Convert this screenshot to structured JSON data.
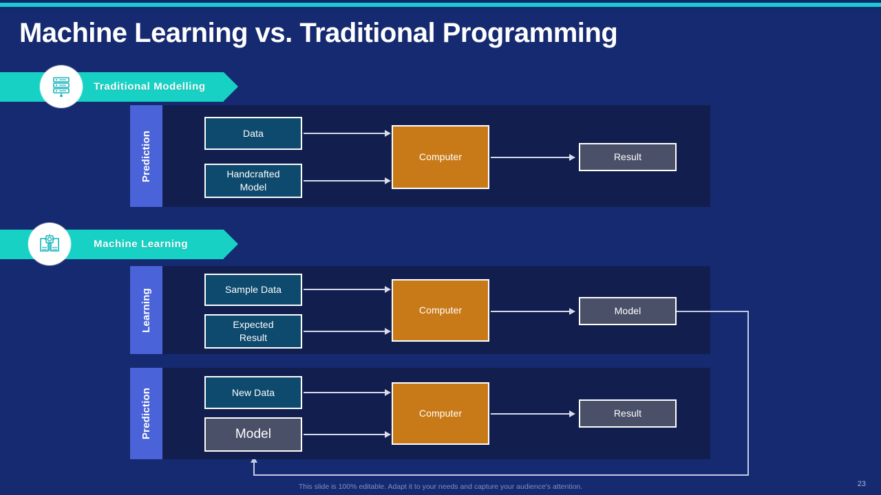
{
  "slide": {
    "title": "Machine Learning vs. Traditional Programming",
    "page_number": "23",
    "footer_note": "This slide is 100% editable. Adapt it to your needs and capture your audience's attention.",
    "colors": {
      "background": "#152a70",
      "panel": "#121f4e",
      "accent_teal": "#1ec8d8",
      "banner_teal": "#17d1c4",
      "sidebar_blue": "#4a63d8",
      "node_teal": "#0e4a6e",
      "node_orange": "#c97a18",
      "node_gray": "#4a5068"
    }
  },
  "sections": [
    {
      "banner_label": "Traditional  Modelling",
      "banner_icon": "server-stack-icon",
      "rows": [
        {
          "sidebar_label": "Prediction",
          "inputs": [
            "Data",
            "Handcrafted\nModel"
          ],
          "processor": "Computer",
          "output": "Result"
        }
      ]
    },
    {
      "banner_label": "Machine  Learning",
      "banner_icon": "book-chip-icon",
      "rows": [
        {
          "sidebar_label": "Learning",
          "inputs": [
            "Sample Data",
            "Expected\nResult"
          ],
          "processor": "Computer",
          "output": "Model"
        },
        {
          "sidebar_label": "Prediction",
          "inputs": [
            "New Data",
            "Model"
          ],
          "processor": "Computer",
          "output": "Result"
        }
      ]
    }
  ],
  "nodes": {
    "t_input_1": "Data",
    "t_input_2_line1": "Handcrafted",
    "t_input_2_line2": "Model",
    "t_computer": "Computer",
    "t_result": "Result",
    "l_input_1": "Sample Data",
    "l_input_2_line1": "Expected",
    "l_input_2_line2": "Result",
    "l_computer": "Computer",
    "l_model": "Model",
    "p_input_1": "New Data",
    "p_input_2": "Model",
    "p_computer": "Computer",
    "p_result": "Result"
  },
  "labels": {
    "prediction_top": "Prediction",
    "learning": "Learning",
    "prediction_bottom": "Prediction"
  }
}
